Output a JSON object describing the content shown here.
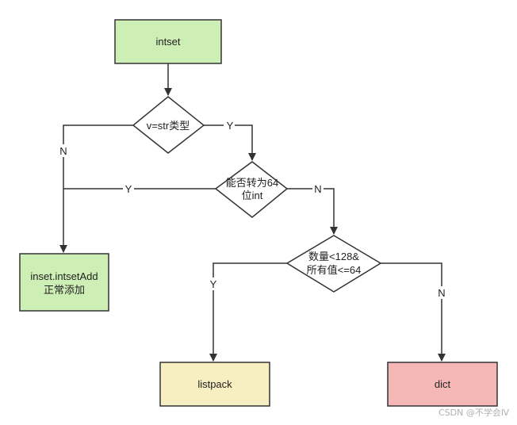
{
  "nodes": {
    "intset": "intset",
    "str_check": "v=str类型",
    "int64_line1": "能否转为64",
    "int64_line2": "位int",
    "count_line1": "数量<128&",
    "count_line2": "所有值<=64",
    "add_line1": "inset.intsetAdd",
    "add_line2": "正常添加",
    "listpack": "listpack",
    "dict": "dict"
  },
  "edges": {
    "str_yes": "Y",
    "str_no": "N",
    "int64_yes": "Y",
    "int64_no": "N",
    "count_yes": "Y",
    "count_no": "N"
  },
  "colors": {
    "green": "#cdeeb5",
    "yellow": "#f7eec2",
    "red": "#f5b8b6",
    "line": "#333333"
  },
  "watermark": "CSDN @不学会Ⅳ"
}
